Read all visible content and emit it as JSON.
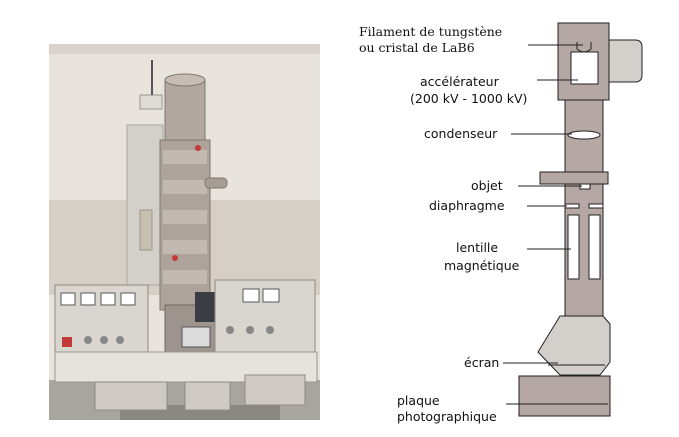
{
  "labels": {
    "filament_line1": "Filament de tungstène",
    "filament_line2": "ou cristal de LaB6",
    "accelerateur_line1": "accélérateur",
    "accelerateur_line2": "(200 kV - 1000 kV)",
    "condenseur": "condenseur",
    "objet": "objet",
    "diaphragme": "diaphragme",
    "lentille_line1": "lentille",
    "lentille_line2": "magnétique",
    "ecran": "écran",
    "plaque_line1": "plaque",
    "plaque_line2": "photographique"
  },
  "colors": {
    "column_fill": "#b5a7a4",
    "head_fill": "#d3cfcb",
    "outline": "#222222"
  }
}
